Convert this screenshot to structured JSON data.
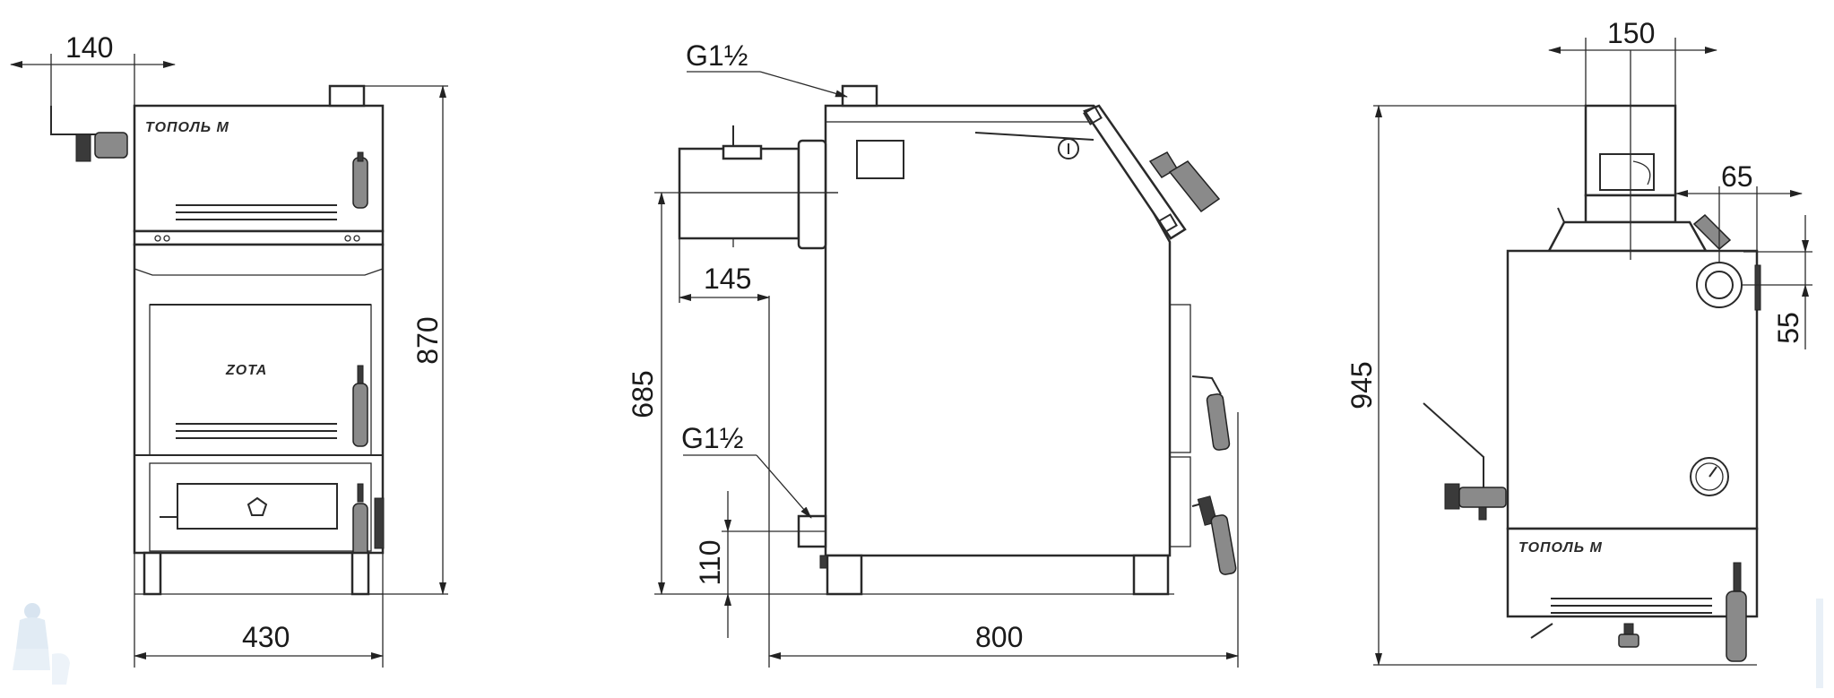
{
  "dimensions": {
    "front_handle_offset": "140",
    "front_width": "430",
    "front_height": "870",
    "side_top_thread": "G1½",
    "side_pipe_offset": "145",
    "side_return_height": "685",
    "side_bottom_thread": "G1½",
    "side_bottom_height": "110",
    "side_depth": "800",
    "back_flue_diameter": "150",
    "back_total_height": "945",
    "back_pipe_offset": "65",
    "back_pipe_spacing": "55"
  },
  "labels": {
    "front_brand": "ТОПОЛЬ М",
    "front_door_brand": "ZOTA",
    "back_brand": "ТОПОЛЬ М"
  }
}
